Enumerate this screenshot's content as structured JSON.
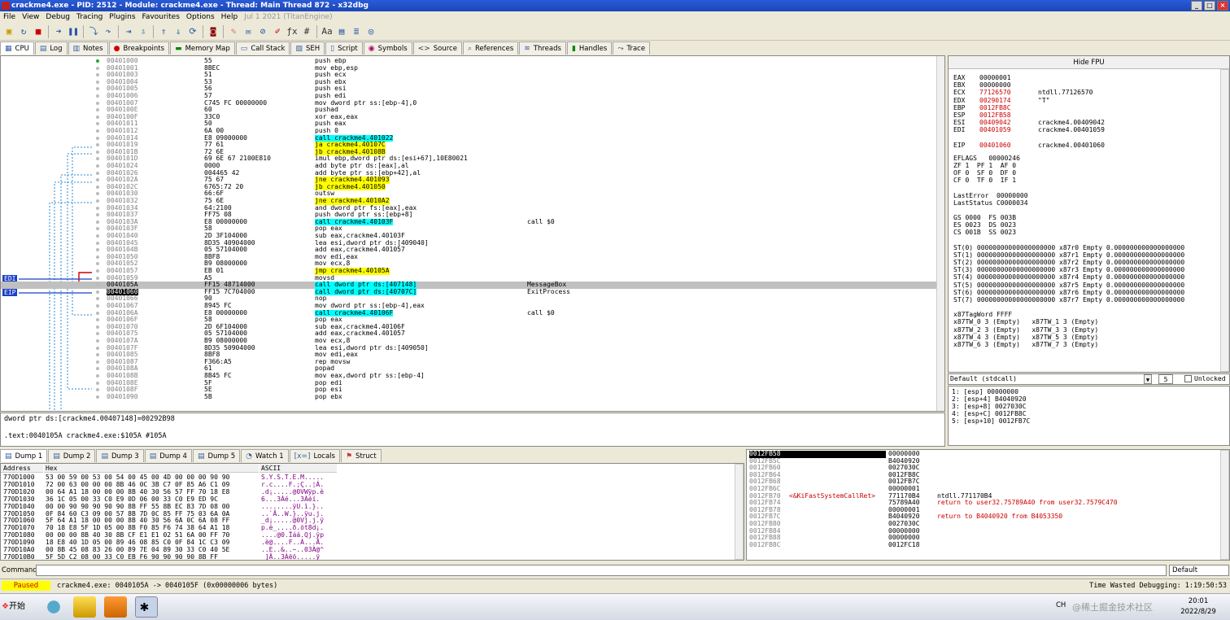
{
  "window": {
    "title": "crackme4.exe - PID: 2512 - Module: crackme4.exe - Thread: Main Thread 872 - x32dbg"
  },
  "menu": [
    "File",
    "View",
    "Debug",
    "Tracing",
    "Plugins",
    "Favourites",
    "Options",
    "Help",
    "Jul 1 2021 (TitanEngine)"
  ],
  "tabs": [
    {
      "label": "CPU",
      "icon": "cpu-icon"
    },
    {
      "label": "Log",
      "icon": "log-icon"
    },
    {
      "label": "Notes",
      "icon": "notes-icon"
    },
    {
      "label": "Breakpoints",
      "icon": "breakpoint-icon"
    },
    {
      "label": "Memory Map",
      "icon": "memory-map-icon"
    },
    {
      "label": "Call Stack",
      "icon": "call-stack-icon"
    },
    {
      "label": "SEH",
      "icon": "seh-icon"
    },
    {
      "label": "Script",
      "icon": "script-icon"
    },
    {
      "label": "Symbols",
      "icon": "symbols-icon"
    },
    {
      "label": "Source",
      "icon": "source-icon"
    },
    {
      "label": "References",
      "icon": "references-icon"
    },
    {
      "label": "Threads",
      "icon": "threads-icon"
    },
    {
      "label": "Handles",
      "icon": "handles-icon"
    },
    {
      "label": "Trace",
      "icon": "trace-icon"
    }
  ],
  "disasm": [
    {
      "addr": "00401000",
      "bytes": "55",
      "dis": "push ebp",
      "cmt": ""
    },
    {
      "addr": "00401001",
      "bytes": "8BEC",
      "dis": "mov ebp,esp",
      "cmt": ""
    },
    {
      "addr": "00401003",
      "bytes": "51",
      "dis": "push ecx",
      "cmt": ""
    },
    {
      "addr": "00401004",
      "bytes": "53",
      "dis": "push ebx",
      "cmt": ""
    },
    {
      "addr": "00401005",
      "bytes": "56",
      "dis": "push esi",
      "cmt": ""
    },
    {
      "addr": "00401006",
      "bytes": "57",
      "dis": "push edi",
      "cmt": ""
    },
    {
      "addr": "00401007",
      "bytes": "C745 FC 00000000",
      "dis": "mov dword ptr ss:[ebp-4],0",
      "cmt": ""
    },
    {
      "addr": "0040100E",
      "bytes": "60",
      "dis": "pushad",
      "cmt": ""
    },
    {
      "addr": "0040100F",
      "bytes": "33C0",
      "dis": "xor eax,eax",
      "cmt": ""
    },
    {
      "addr": "00401011",
      "bytes": "50",
      "dis": "push eax",
      "cmt": ""
    },
    {
      "addr": "00401012",
      "bytes": "6A 00",
      "dis": "push 0",
      "cmt": ""
    },
    {
      "addr": "00401014",
      "bytes": "E8 09000000",
      "dis": "call crackme4.401022",
      "cmt": "",
      "hl": "call"
    },
    {
      "addr": "00401019",
      "bytes": "77 61",
      "dis": "ja crackme4.40107C",
      "cmt": "",
      "hl": "jmp"
    },
    {
      "addr": "0040101B",
      "bytes": "72 6E",
      "dis": "jb crackme4.40108B",
      "cmt": "",
      "hl": "jmp"
    },
    {
      "addr": "0040101D",
      "bytes": "69 6E 67 2100E810",
      "dis": "imul ebp,dword ptr ds:[esi+67],10E80021",
      "cmt": ""
    },
    {
      "addr": "00401024",
      "bytes": "0000",
      "dis": "add byte ptr ds:[eax],al",
      "cmt": ""
    },
    {
      "addr": "00401026",
      "bytes": "004465 42",
      "dis": "add byte ptr ss:[ebp+42],al",
      "cmt": ""
    },
    {
      "addr": "0040102A",
      "bytes": "75 67",
      "dis": "jne crackme4.401093",
      "cmt": "",
      "hl": "jmp"
    },
    {
      "addr": "0040102C",
      "bytes": "6765:72 20",
      "dis": "jb crackme4.401050",
      "cmt": "",
      "hl": "jmp"
    },
    {
      "addr": "00401030",
      "bytes": "66:6F",
      "dis": "outsw",
      "cmt": ""
    },
    {
      "addr": "00401032",
      "bytes": "75 6E",
      "dis": "jne crackme4.4010A2",
      "cmt": "",
      "hl": "jmp"
    },
    {
      "addr": "00401034",
      "bytes": "64:2100",
      "dis": "and dword ptr fs:[eax],eax",
      "cmt": ""
    },
    {
      "addr": "00401037",
      "bytes": "FF75 08",
      "dis": "push dword ptr ss:[ebp+8]",
      "cmt": ""
    },
    {
      "addr": "0040103A",
      "bytes": "E8 00000000",
      "dis": "call crackme4.40103F",
      "cmt": "call $0",
      "hl": "call"
    },
    {
      "addr": "0040103F",
      "bytes": "58",
      "dis": "pop eax",
      "cmt": ""
    },
    {
      "addr": "00401040",
      "bytes": "2D 3F104000",
      "dis": "sub eax,crackme4.40103F",
      "cmt": ""
    },
    {
      "addr": "00401045",
      "bytes": "8D35 40904000",
      "dis": "lea esi,dword ptr ds:[409040]",
      "cmt": ""
    },
    {
      "addr": "0040104B",
      "bytes": "05 57104000",
      "dis": "add eax,crackme4.401057",
      "cmt": ""
    },
    {
      "addr": "00401050",
      "bytes": "8BF8",
      "dis": "mov edi,eax",
      "cmt": ""
    },
    {
      "addr": "00401052",
      "bytes": "B9 08000000",
      "dis": "mov ecx,8",
      "cmt": ""
    },
    {
      "addr": "00401057",
      "bytes": "EB 01",
      "dis": "jmp crackme4.40105A",
      "cmt": "",
      "hl": "jmp"
    },
    {
      "addr": "00401059",
      "bytes": "A5",
      "dis": "movsd",
      "cmt": ""
    },
    {
      "addr": "0040105A",
      "bytes": "FF15 48714000",
      "dis": "call dword ptr ds:[407148]",
      "cmt": "MessageBox",
      "hl": "call",
      "sel": true
    },
    {
      "addr": "00401060",
      "bytes": "FF15 7C704000",
      "dis": "call dword ptr ds:[40707C]",
      "cmt": "ExitProcess",
      "hl": "call",
      "eip": true
    },
    {
      "addr": "00401066",
      "bytes": "90",
      "dis": "nop",
      "cmt": ""
    },
    {
      "addr": "00401067",
      "bytes": "8945 FC",
      "dis": "mov dword ptr ss:[ebp-4],eax",
      "cmt": ""
    },
    {
      "addr": "0040106A",
      "bytes": "E8 00000000",
      "dis": "call crackme4.40106F",
      "cmt": "call $0",
      "hl": "call"
    },
    {
      "addr": "0040106F",
      "bytes": "58",
      "dis": "pop eax",
      "cmt": ""
    },
    {
      "addr": "00401070",
      "bytes": "2D 6F104000",
      "dis": "sub eax,crackme4.40106F",
      "cmt": ""
    },
    {
      "addr": "00401075",
      "bytes": "05 57104000",
      "dis": "add eax,crackme4.401057",
      "cmt": ""
    },
    {
      "addr": "0040107A",
      "bytes": "B9 08000000",
      "dis": "mov ecx,8",
      "cmt": ""
    },
    {
      "addr": "0040107F",
      "bytes": "8D35 50904000",
      "dis": "lea esi,dword ptr ds:[409050]",
      "cmt": ""
    },
    {
      "addr": "00401085",
      "bytes": "8BF8",
      "dis": "mov edi,eax",
      "cmt": ""
    },
    {
      "addr": "00401087",
      "bytes": "F366:A5",
      "dis": "rep movsw",
      "cmt": ""
    },
    {
      "addr": "0040108A",
      "bytes": "61",
      "dis": "popad",
      "cmt": ""
    },
    {
      "addr": "0040108B",
      "bytes": "8B45 FC",
      "dis": "mov eax,dword ptr ss:[ebp-4]",
      "cmt": ""
    },
    {
      "addr": "0040108E",
      "bytes": "5F",
      "dis": "pop edi",
      "cmt": ""
    },
    {
      "addr": "0040108F",
      "bytes": "5E",
      "dis": "pop esi",
      "cmt": ""
    },
    {
      "addr": "00401090",
      "bytes": "5B",
      "dis": "pop ebx",
      "cmt": ""
    }
  ],
  "eip_labels": {
    "edi": "EDI",
    "eip": "EIP"
  },
  "info": {
    "line1": "dword ptr ds:[crackme4.00407148]=00292B98",
    "line2": ".text:0040105A crackme4.exe:$105A #105A"
  },
  "fpu_header": "Hide FPU",
  "registers": [
    {
      "n": "EAX",
      "v": "00000001",
      "c": "",
      "red": false
    },
    {
      "n": "EBX",
      "v": "00000000",
      "c": "",
      "red": false
    },
    {
      "n": "ECX",
      "v": "77126570",
      "c": "ntdll.77126570",
      "red": true
    },
    {
      "n": "EDX",
      "v": "00290174",
      "c": "\"T\"",
      "red": true
    },
    {
      "n": "EBP",
      "v": "0012FB8C",
      "c": "",
      "red": true
    },
    {
      "n": "ESP",
      "v": "0012FB58",
      "c": "",
      "red": true
    },
    {
      "n": "ESI",
      "v": "00409042",
      "c": "crackme4.00409042",
      "red": true
    },
    {
      "n": "EDI",
      "v": "00401059",
      "c": "crackme4.00401059",
      "red": true
    },
    {
      "n": "EIP",
      "v": "00401060",
      "c": "crackme4.00401060",
      "red": true
    }
  ],
  "flags": {
    "eflags": "EFLAGS   00000246",
    "line1": "ZF 1  PF 1  AF 0",
    "line2": "OF 0  SF 0  DF 0",
    "line3": "CF 0  TF 0  IF 1",
    "lasterror": "LastError  00000000",
    "laststatus": "LastStatus C0000034",
    "seg1": "GS 0000  FS 003B",
    "seg2": "ES 0023  DS 0023",
    "seg3": "CS 001B  SS 0023"
  },
  "fpu": [
    "ST(0) 00000000000000000000 x87r0 Empty 0.000000000000000000",
    "ST(1) 00000000000000000000 x87r1 Empty 0.000000000000000000",
    "ST(2) 00000000000000000000 x87r2 Empty 0.000000000000000000",
    "ST(3) 00000000000000000000 x87r3 Empty 0.000000000000000000",
    "ST(4) 00000000000000000000 x87r4 Empty 0.000000000000000000",
    "ST(5) 00000000000000000000 x87r5 Empty 0.000000000000000000",
    "ST(6) 00000000000000000000 x87r6 Empty 0.000000000000000000",
    "ST(7) 00000000000000000000 x87r7 Empty 0.000000000000000000"
  ],
  "tagword": [
    "x87TagWord FFFF",
    "x87TW_0 3 (Empty)   x87TW_1 3 (Empty)",
    "x87TW_2 3 (Empty)   x87TW_3 3 (Empty)",
    "x87TW_4 3 (Empty)   x87TW_5 3 (Empty)",
    "x87TW_6 3 (Empty)   x87TW_7 3 (Empty)"
  ],
  "callconv": {
    "value": "Default (stdcall)",
    "count": "5",
    "unlocked": "Unlocked"
  },
  "stackargs": [
    "1: [esp] 00000000",
    "2: [esp+4] B4040920",
    "3: [esp+8] 0027030C",
    "4: [esp+C] 0012FB8C",
    "5: [esp+10] 0012FB7C"
  ],
  "dump_tabs": [
    "Dump 1",
    "Dump 2",
    "Dump 3",
    "Dump 4",
    "Dump 5",
    "Watch 1",
    "Locals",
    "Struct"
  ],
  "dump_headers": {
    "addr": "Address",
    "hex": "Hex",
    "ascii": "ASCII"
  },
  "dump": [
    {
      "a": "770D1000",
      "h": "53 00 59 00 53 00 54 00 45 00 4D 00 00 00 90 90",
      "x": "S.Y.S.T.E.M....."
    },
    {
      "a": "770D1010",
      "h": "72 00 63 00 00 00 8B 46 0C 3B C7 0F 85 A6 C1 09",
      "x": "r.c....F.;Ç..¦Á."
    },
    {
      "a": "770D1020",
      "h": "00 64 A1 18 00 00 00 8B 40 30 56 57 FF 70 18 E8",
      "x": ".d¡.....@0VWÿp.è"
    },
    {
      "a": "770D1030",
      "h": "36 1C 05 00 33 C0 E9 0D 06 00 33 C0 E9 ED 9C",
      "x": "6...3Àé...3Àéí."
    },
    {
      "a": "770D1040",
      "h": "00 00 90 90 90 90 90 8B FF 55 8B EC 83 7D 08 00",
      "x": "........ÿU.ì.}.."
    },
    {
      "a": "770D1050",
      "h": "0F 84 60 C3 09 00 57 8B 7D 0C 85 FF 75 03 6A 0A",
      "x": "..`Ã..W.}..ÿu.j."
    },
    {
      "a": "770D1060",
      "h": "5F 64 A1 18 00 00 00 8B 40 30 56 6A 0C 6A 08 FF",
      "x": "_d¡.....@0Vj.j.ÿ"
    },
    {
      "a": "770D1070",
      "h": "70 18 E8 5F 1D 05 00 8B F0 85 F6 74 38 64 A1 18",
      "x": "p.è_....ð.öt8d¡."
    },
    {
      "a": "770D1080",
      "h": "00 00 00 8B 40 30 8B CF E1 E1 02 51 6A 00 FF 70",
      "x": "....@0.Ïáá.Qj.ÿp"
    },
    {
      "a": "770D1090",
      "h": "18 E8 40 1D 05 00 89 46 08 85 C0 0F 84 1C C3 09",
      "x": ".è@....F..À...Ã."
    },
    {
      "a": "770D10A0",
      "h": "00 8B 45 08 83 26 00 89 7E 04 89 30 33 C0 40 5E",
      "x": "..E..&..~..03À@^"
    },
    {
      "a": "770D10B0",
      "h": "5F 5D C2 08 00 33 C0 EB F6 90 90 90 90 8B FF",
      "x": "_]Â..3Àëö.....ÿ"
    }
  ],
  "stack": [
    {
      "a": "0012FB58",
      "v": "00000000",
      "c": "",
      "top": true
    },
    {
      "a": "0012FB5C",
      "v": "B4040920",
      "c": ""
    },
    {
      "a": "0012FB60",
      "v": "0027030C",
      "c": ""
    },
    {
      "a": "0012FB64",
      "v": "0012FB8C",
      "c": ""
    },
    {
      "a": "0012FB68",
      "v": "0012FB7C",
      "c": ""
    },
    {
      "a": "0012FB6C",
      "v": "00000001",
      "c": ""
    },
    {
      "a": "0012FB70",
      "v": "771170B4",
      "c": "ntdll.771170B4",
      "extra": "<&KiFastSystemCallRet>",
      "red": false
    },
    {
      "a": "0012FB74",
      "v": "75789A40",
      "c": "return to user32.75789A40 from user32.7579C470",
      "red": true
    },
    {
      "a": "0012FB78",
      "v": "00000001",
      "c": ""
    },
    {
      "a": "0012FB7C",
      "v": "B4040920",
      "c": "return to B4040920 from B4053350",
      "red": true
    },
    {
      "a": "0012FB80",
      "v": "0027030C",
      "c": ""
    },
    {
      "a": "0012FB84",
      "v": "00000000",
      "c": ""
    },
    {
      "a": "0012FB88",
      "v": "00000000",
      "c": ""
    },
    {
      "a": "0012FB8C",
      "v": "0012FC18",
      "c": ""
    }
  ],
  "cmd": {
    "label": "Command:",
    "mode": "Default"
  },
  "status": {
    "state": "Paused",
    "text": "crackme4.exe: 0040105A -> 0040105F (0x00000006 bytes)",
    "time": "Time Wasted Debugging: 1:19:50:53"
  },
  "taskbar": {
    "start": "开始",
    "lang": "CH",
    "time": "20:01",
    "date": "2022/8/29",
    "watermark": "@稀土掘金技术社区"
  }
}
